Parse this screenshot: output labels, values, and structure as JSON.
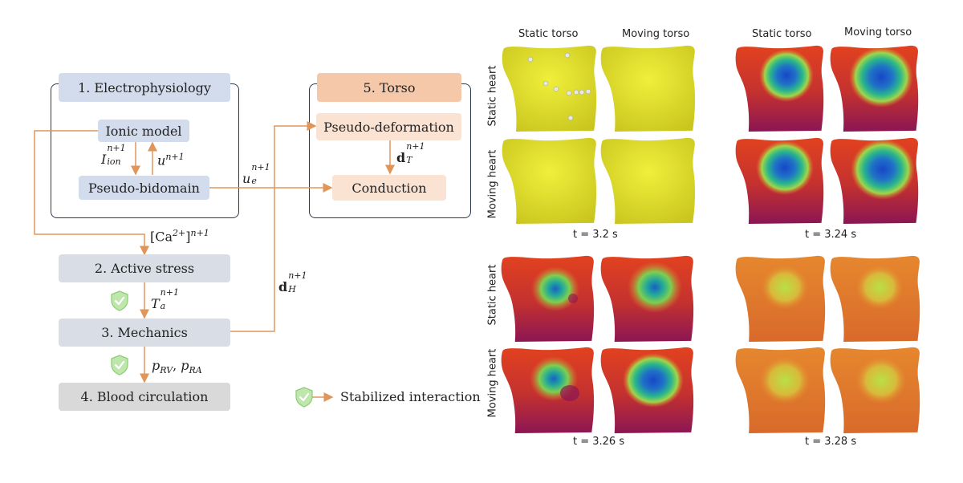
{
  "diagram": {
    "electrophysiology": "1. Electrophysiology",
    "ionic_model": "Ionic model",
    "pseudo_bidomain": "Pseudo-bidomain",
    "torso": "5. Torso",
    "pseudo_deformation": "Pseudo-deformation",
    "conduction": "Conduction",
    "active_stress": "2. Active stress",
    "mechanics": "3. Mechanics",
    "blood_circulation": "4. Blood circulation",
    "legend_label": "Stabilized interaction",
    "labels": {
      "I_base": "I",
      "I_sub": "ion",
      "I_sup": "n+1",
      "u_base": "u",
      "u_sup": "n+1",
      "ue_base": "u",
      "ue_sub": "e",
      "ue_sup": "n+1",
      "dT_base": "d",
      "dT_sub": "T",
      "dT_sup": "n+1",
      "ca_base": "[Ca",
      "ca_ion": "2+",
      "ca_close": "]",
      "ca_sup": "n+1",
      "dH_base": "d",
      "dH_sub": "H",
      "dH_sup": "n+1",
      "Ta_base": "T",
      "Ta_sub": "a",
      "Ta_sup": "n+1",
      "p_base1": "p",
      "p_sub1": "RV",
      "p_sep": ", ",
      "p_base2": "p",
      "p_sub2": "RA"
    }
  },
  "figure": {
    "col_static_1": "Static torso",
    "col_moving_1": "Moving torso",
    "col_static_2": "Static torso",
    "col_moving_2": "Moving torso",
    "row_static_heart": "Static  heart",
    "row_moving_heart": "Moving  heart",
    "t1": "t = 3.2 s",
    "t2": "t = 3.24 s",
    "t3": "t = 3.26 s",
    "t4": "t = 3.28 s"
  },
  "colors": {
    "arrow": "#e0955a",
    "shield": "#8fcf77",
    "border": "#2b3b4e"
  }
}
